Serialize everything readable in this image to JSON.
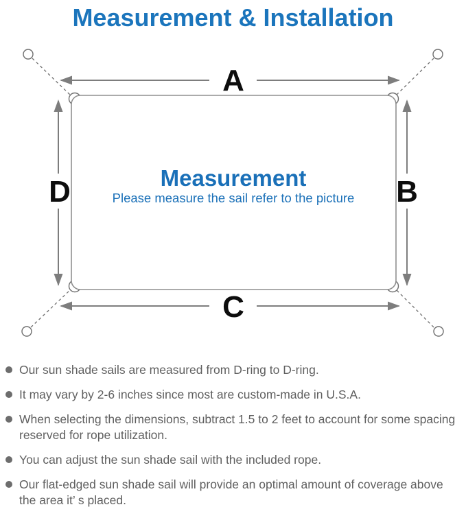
{
  "page": {
    "title": "Measurement & Installation"
  },
  "colors": {
    "accent_blue": "#1b75bc",
    "diagram_line_gray": "#7d7d7d",
    "sail_outline_gray": "#8f8f8f",
    "note_text_gray": "#5f5f5f",
    "label_black": "#0d0d0d"
  },
  "diagram": {
    "labels": {
      "top": "A",
      "right": "B",
      "bottom": "C",
      "left": "D"
    },
    "center_title": "Measurement",
    "center_subtitle": "Please measure the sail refer to the picture"
  },
  "notes": {
    "items": [
      {
        "text": "Our sun shade sails are measured from D-ring to D-ring."
      },
      {
        "text": "It may vary by 2-6 inches since most are custom-made in U.S.A."
      },
      {
        "text": "When selecting the dimensions, subtract 1.5 to 2 feet to account for some spacing reserved for rope utilization."
      },
      {
        "text": "You can adjust the sun shade sail with the included rope."
      },
      {
        "text": "Our flat-edged sun shade sail will provide an optimal amount of coverage above the area it’ s placed."
      }
    ]
  }
}
